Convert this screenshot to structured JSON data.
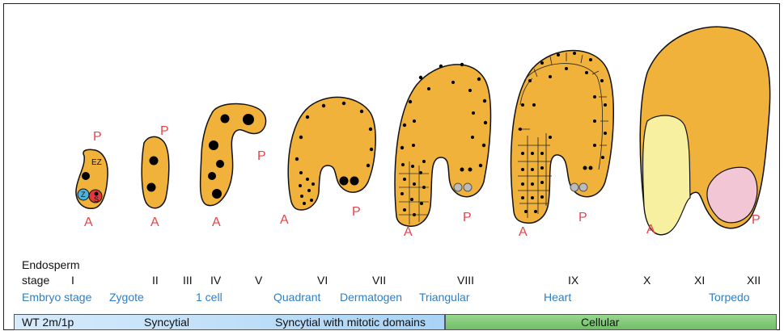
{
  "pole_labels": {
    "posterior": "P",
    "anterior": "A",
    "embryo_zone": "EZ",
    "zygote_cell": "Z",
    "suspensor_cell": "S"
  },
  "endosperm_label_line1": "Endosperm",
  "endosperm_label_line2": "stage",
  "endosperm_stages": [
    "I",
    "II",
    "III",
    "IV",
    "V",
    "VI",
    "VII",
    "VIII",
    "IX",
    "X",
    "XI",
    "XII"
  ],
  "embryo_stage_label": "Embryo stage",
  "embryo_stages": [
    "Zygote",
    "1 cell",
    "Quadrant",
    "Dermatogen",
    "Triangular",
    "Heart",
    "Torpedo"
  ],
  "bar": {
    "prefix": "WT  2m/1p",
    "syncytial": "Syncytial",
    "mitotic": "Syncytial with mitotic domains",
    "cellular": "Cellular"
  },
  "colors": {
    "endosperm": "#f0b23a",
    "nucleus": "#000000",
    "embryo_yellow": "#f7f0a0",
    "embryo_pink": "#f2c6d4",
    "zygote_blue": "#4fb3d9",
    "suspensor_red": "#e03a3a",
    "label_red": "#e8434a",
    "label_blue": "#2f7ec4",
    "bar_syncytial": "#bfe0f8",
    "bar_cellular": "#86cb7b"
  }
}
